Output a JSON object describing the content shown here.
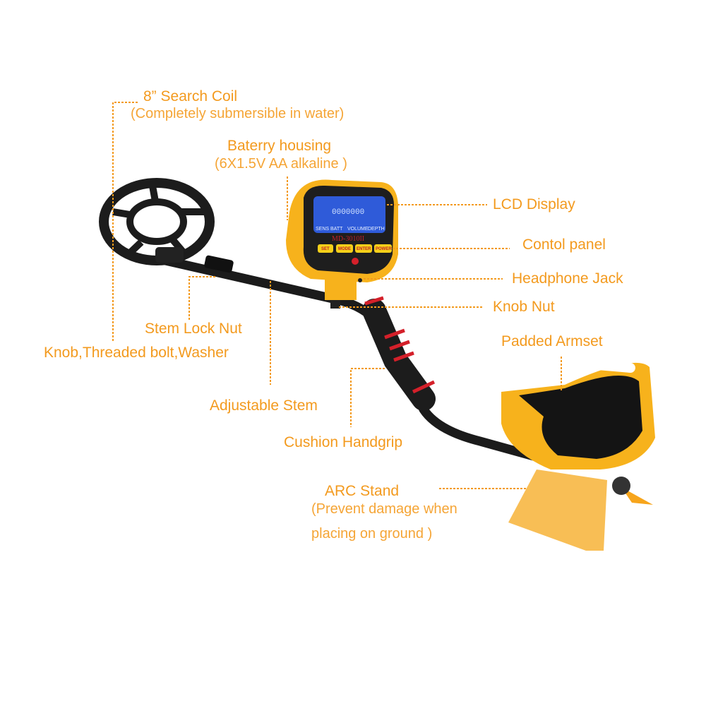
{
  "labels": {
    "search_coil": "8” Search Coil",
    "search_coil_note": "(Completely submersible in water)",
    "battery": "Baterry housing",
    "battery_note": "(6X1.5V AA alkaline )",
    "lcd": "LCD Display",
    "control_panel": "Contol panel",
    "headphone": "Headphone Jack",
    "knob_nut": "Knob Nut",
    "armset": "Padded Armset",
    "stem_lock": "Stem Lock Nut",
    "knob_bolt": "Knob,Threaded bolt,Washer",
    "stem": "Adjustable Stem",
    "handgrip": "Cushion Handgrip",
    "arc_stand": "ARC Stand",
    "arc_note_1": "(Prevent damage when",
    "arc_note_2": "placing on ground )"
  },
  "device": {
    "model": "MD-3010II",
    "lcd_digits": "0000000",
    "lcd_tags": [
      "SENS",
      "BATT",
      "VOLUME",
      "DEPTH"
    ],
    "buttons": [
      "SET",
      "MODE",
      "ENTER",
      "POWER"
    ]
  },
  "colors": {
    "label": "#f39a1e",
    "housing": "#f7b21c",
    "lcd": "#2f5bd9",
    "grip": "#1c1c1c",
    "accent_red": "#d4202a"
  }
}
